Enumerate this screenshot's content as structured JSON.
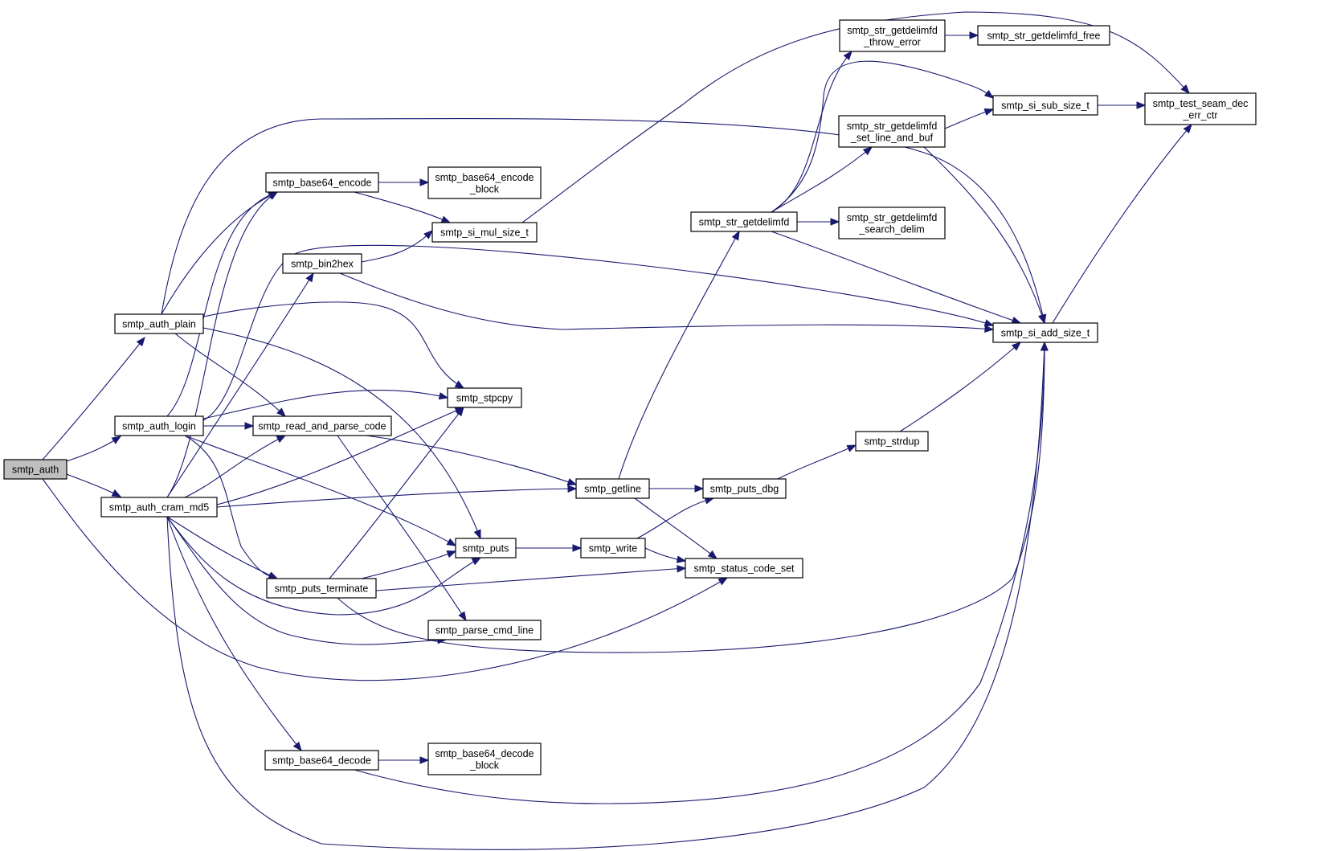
{
  "graph": {
    "colors": {
      "edge": "#191970",
      "node_border": "#000000",
      "root_fill": "#bfbfbf",
      "node_fill": "#ffffff"
    },
    "nodes": {
      "smtp_auth": [
        "smtp_auth"
      ],
      "smtp_auth_plain": [
        "smtp_auth_plain"
      ],
      "smtp_auth_login": [
        "smtp_auth_login"
      ],
      "smtp_auth_cram_md5": [
        "smtp_auth_cram_md5"
      ],
      "smtp_base64_encode": [
        "smtp_base64_encode"
      ],
      "smtp_base64_encode_block": [
        "smtp_base64_encode",
        "_block"
      ],
      "smtp_si_mul_size_t": [
        "smtp_si_mul_size_t"
      ],
      "smtp_bin2hex": [
        "smtp_bin2hex"
      ],
      "smtp_stpcpy": [
        "smtp_stpcpy"
      ],
      "smtp_read_and_parse_code": [
        "smtp_read_and_parse_code"
      ],
      "smtp_puts": [
        "smtp_puts"
      ],
      "smtp_puts_terminate": [
        "smtp_puts_terminate"
      ],
      "smtp_parse_cmd_line": [
        "smtp_parse_cmd_line"
      ],
      "smtp_base64_decode": [
        "smtp_base64_decode"
      ],
      "smtp_base64_decode_block": [
        "smtp_base64_decode",
        "_block"
      ],
      "smtp_getline": [
        "smtp_getline"
      ],
      "smtp_write": [
        "smtp_write"
      ],
      "smtp_puts_dbg": [
        "smtp_puts_dbg"
      ],
      "smtp_status_code_set": [
        "smtp_status_code_set"
      ],
      "smtp_str_getdelimfd": [
        "smtp_str_getdelimfd"
      ],
      "smtp_str_getdelimfd_throw_error": [
        "smtp_str_getdelimfd",
        "_throw_error"
      ],
      "smtp_str_getdelimfd_set_line_and_buf": [
        "smtp_str_getdelimfd",
        "_set_line_and_buf"
      ],
      "smtp_str_getdelimfd_search_delim": [
        "smtp_str_getdelimfd",
        "_search_delim"
      ],
      "smtp_str_getdelimfd_free": [
        "smtp_str_getdelimfd_free"
      ],
      "smtp_strdup": [
        "smtp_strdup"
      ],
      "smtp_si_sub_size_t": [
        "smtp_si_sub_size_t"
      ],
      "smtp_si_add_size_t": [
        "smtp_si_add_size_t"
      ],
      "smtp_test_seam_dec_err_ctr": [
        "smtp_test_seam_dec",
        "_err_ctr"
      ]
    },
    "root": "smtp_auth",
    "edges": [
      [
        "smtp_auth",
        "smtp_auth_plain"
      ],
      [
        "smtp_auth",
        "smtp_auth_login"
      ],
      [
        "smtp_auth",
        "smtp_auth_cram_md5"
      ],
      [
        "smtp_auth",
        "smtp_status_code_set"
      ],
      [
        "smtp_auth_plain",
        "smtp_base64_encode"
      ],
      [
        "smtp_auth_plain",
        "smtp_si_add_size_t"
      ],
      [
        "smtp_auth_plain",
        "smtp_stpcpy"
      ],
      [
        "smtp_auth_plain",
        "smtp_read_and_parse_code"
      ],
      [
        "smtp_auth_plain",
        "smtp_puts"
      ],
      [
        "smtp_auth_login",
        "smtp_base64_encode"
      ],
      [
        "smtp_auth_login",
        "smtp_si_add_size_t"
      ],
      [
        "smtp_auth_login",
        "smtp_stpcpy"
      ],
      [
        "smtp_auth_login",
        "smtp_read_and_parse_code"
      ],
      [
        "smtp_auth_login",
        "smtp_puts"
      ],
      [
        "smtp_auth_login",
        "smtp_puts_terminate"
      ],
      [
        "smtp_auth_cram_md5",
        "smtp_base64_encode"
      ],
      [
        "smtp_auth_cram_md5",
        "smtp_bin2hex"
      ],
      [
        "smtp_auth_cram_md5",
        "smtp_read_and_parse_code"
      ],
      [
        "smtp_auth_cram_md5",
        "smtp_stpcpy"
      ],
      [
        "smtp_auth_cram_md5",
        "smtp_getline"
      ],
      [
        "smtp_auth_cram_md5",
        "smtp_puts_terminate"
      ],
      [
        "smtp_auth_cram_md5",
        "smtp_puts"
      ],
      [
        "smtp_auth_cram_md5",
        "smtp_parse_cmd_line"
      ],
      [
        "smtp_auth_cram_md5",
        "smtp_base64_decode"
      ],
      [
        "smtp_auth_cram_md5",
        "smtp_si_add_size_t"
      ],
      [
        "smtp_base64_encode",
        "smtp_base64_encode_block"
      ],
      [
        "smtp_base64_encode",
        "smtp_si_mul_size_t"
      ],
      [
        "smtp_bin2hex",
        "smtp_si_mul_size_t"
      ],
      [
        "smtp_bin2hex",
        "smtp_si_add_size_t"
      ],
      [
        "smtp_si_mul_size_t",
        "smtp_test_seam_dec_err_ctr"
      ],
      [
        "smtp_read_and_parse_code",
        "smtp_getline"
      ],
      [
        "smtp_read_and_parse_code",
        "smtp_parse_cmd_line"
      ],
      [
        "smtp_puts_terminate",
        "smtp_stpcpy"
      ],
      [
        "smtp_puts_terminate",
        "smtp_puts"
      ],
      [
        "smtp_puts_terminate",
        "smtp_status_code_set"
      ],
      [
        "smtp_puts_terminate",
        "smtp_si_add_size_t"
      ],
      [
        "smtp_puts",
        "smtp_write"
      ],
      [
        "smtp_write",
        "smtp_puts_dbg"
      ],
      [
        "smtp_write",
        "smtp_status_code_set"
      ],
      [
        "smtp_getline",
        "smtp_str_getdelimfd"
      ],
      [
        "smtp_getline",
        "smtp_puts_dbg"
      ],
      [
        "smtp_getline",
        "smtp_status_code_set"
      ],
      [
        "smtp_puts_dbg",
        "smtp_strdup"
      ],
      [
        "smtp_strdup",
        "smtp_si_add_size_t"
      ],
      [
        "smtp_base64_decode",
        "smtp_base64_decode_block"
      ],
      [
        "smtp_base64_decode",
        "smtp_si_add_size_t"
      ],
      [
        "smtp_str_getdelimfd",
        "smtp_str_getdelimfd_throw_error"
      ],
      [
        "smtp_str_getdelimfd",
        "smtp_si_sub_size_t"
      ],
      [
        "smtp_str_getdelimfd",
        "smtp_str_getdelimfd_set_line_and_buf"
      ],
      [
        "smtp_str_getdelimfd",
        "smtp_str_getdelimfd_search_delim"
      ],
      [
        "smtp_str_getdelimfd",
        "smtp_si_add_size_t"
      ],
      [
        "smtp_str_getdelimfd_throw_error",
        "smtp_str_getdelimfd_free"
      ],
      [
        "smtp_str_getdelimfd_set_line_and_buf",
        "smtp_si_sub_size_t"
      ],
      [
        "smtp_str_getdelimfd_set_line_and_buf",
        "smtp_si_add_size_t"
      ],
      [
        "smtp_si_sub_size_t",
        "smtp_test_seam_dec_err_ctr"
      ],
      [
        "smtp_si_add_size_t",
        "smtp_test_seam_dec_err_ctr"
      ]
    ]
  }
}
